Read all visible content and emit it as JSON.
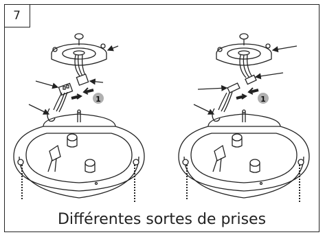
{
  "step": {
    "number": "7"
  },
  "panels": [
    {
      "callout_marker": "1"
    },
    {
      "callout_marker": "1"
    }
  ],
  "caption": "Différentes sortes de prises",
  "colors": {
    "line": "#222222",
    "callout_badge": "#b0b0b0",
    "background": "#ffffff"
  }
}
